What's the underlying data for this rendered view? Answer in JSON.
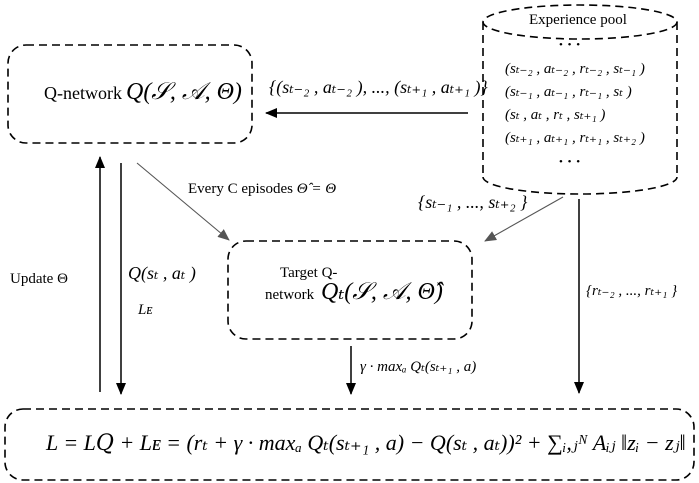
{
  "experience_pool": {
    "title": "Experience pool",
    "dots_top": "• • •",
    "dots_bottom": "• • •",
    "tuples": [
      "(sₜ₋₂ , aₜ₋₂ , rₜ₋₂ , sₜ₋₁ )",
      "(sₜ₋₁ , aₜ₋₁ , rₜ₋₁ , sₜ )",
      "(sₜ , aₜ , rₜ , sₜ₊₁ )",
      "(sₜ₊₁ , aₜ₊₁ , rₜ₊₁ , sₜ₊₂ )"
    ]
  },
  "q_network": {
    "prefix": "Q-network",
    "formula": "Q(𝒮, 𝒜, Θ)"
  },
  "target_network": {
    "line1": "Target Q-",
    "line2": "network",
    "formula": "Qₜ(𝒮, 𝒜, Θ̂)"
  },
  "edges": {
    "pool_to_q": "{(sₜ₋₂ , aₜ₋₂ ), ..., (sₜ₊₁ , aₜ₊₁ )}",
    "every_c": "Every C episodes",
    "every_c_formula": "Θ̂ = Θ",
    "pool_to_target": "{sₜ₋₁ , ..., sₜ₊₂ }",
    "update": "Update",
    "update_symbol": "Θ",
    "q_value": "Q(sₜ , aₜ )",
    "le": "Lᴇ",
    "rewards": "{rₜ₋₂ , ..., rₜ₊₁ }",
    "gamma_max": "γ · maxₐ Qₜ(sₜ₊₁ , a)"
  },
  "loss": {
    "formula": "L = L𝑄 + Lᴇ = (rₜ + γ · maxₐ Qₜ(sₜ₊₁ , a) − Q(sₜ , aₜ))² + ∑ᵢ,ⱼᴺ Aᵢⱼ ‖zᵢ − zⱼ‖"
  }
}
